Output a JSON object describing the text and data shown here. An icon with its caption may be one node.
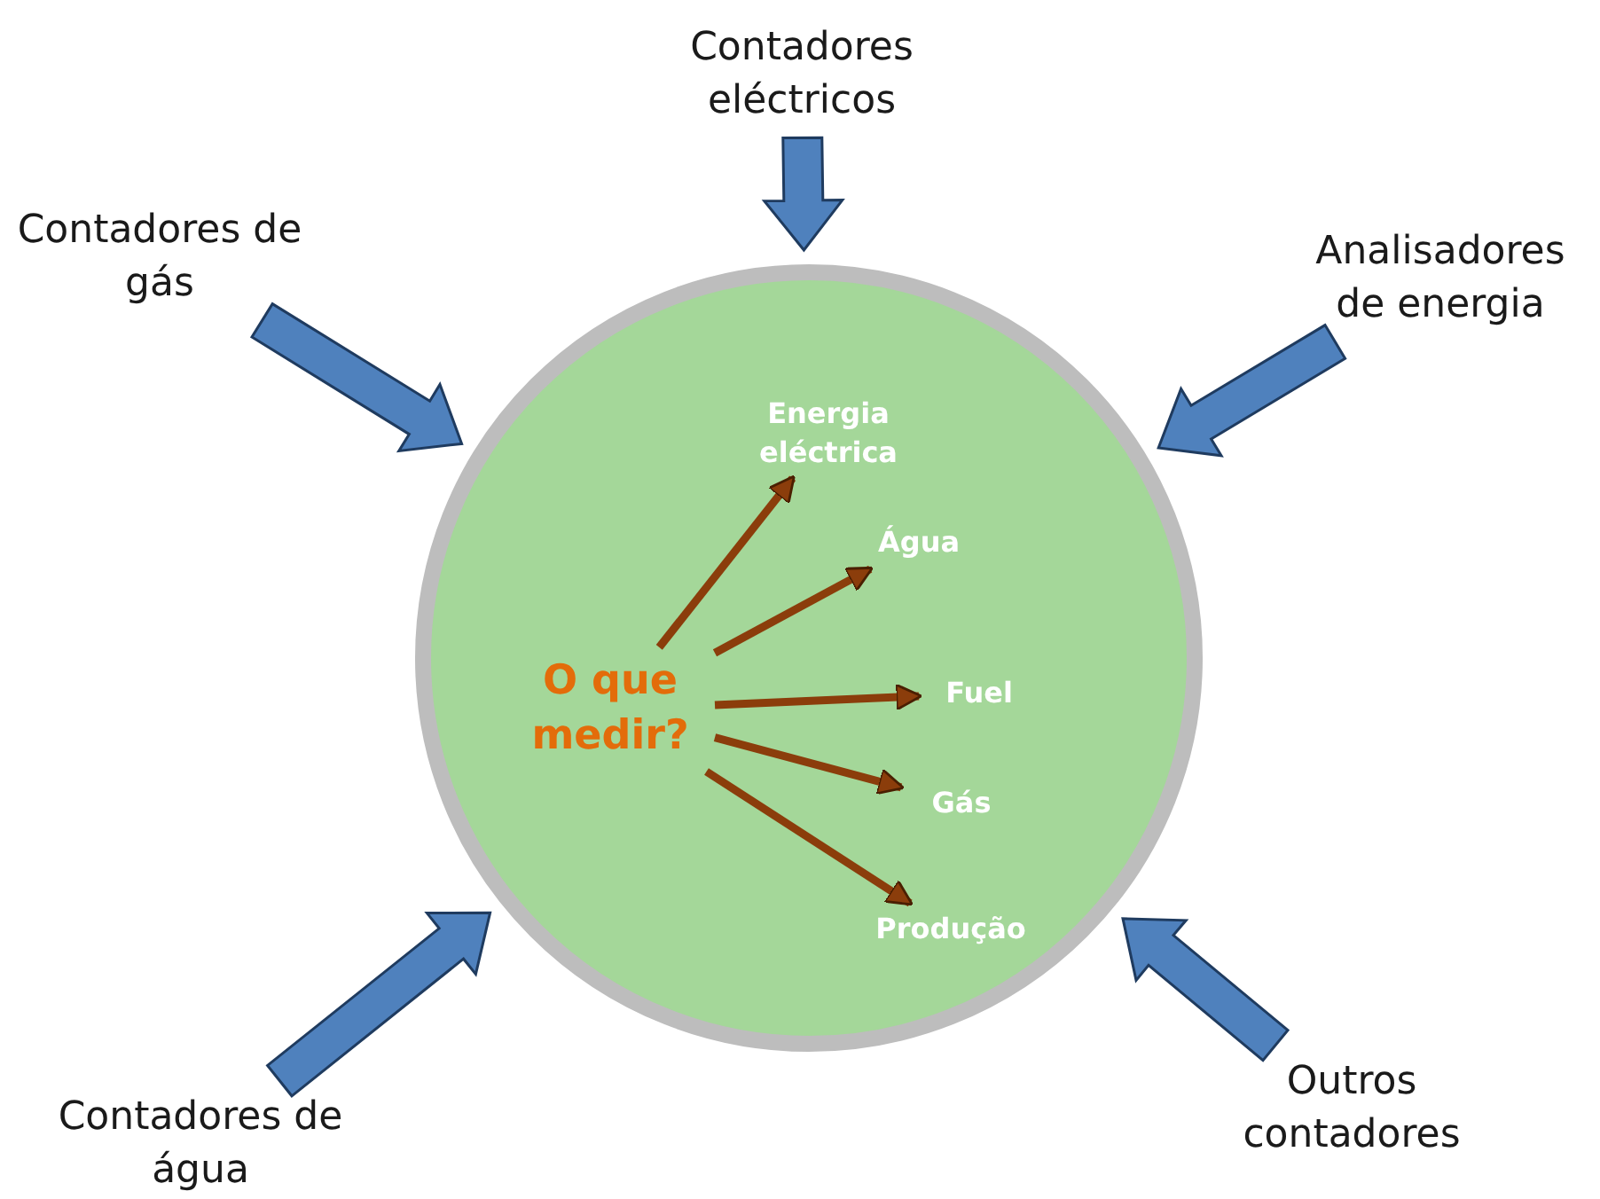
{
  "diagram": {
    "nodes": [
      {
        "text": [],
        "shape": "circle"
      },
      {
        "text": [
          "O que medir?"
        ],
        "in": 0
      },
      {
        "text": [
          "Energia eléctrica"
        ],
        "in": 0
      },
      {
        "text": [
          "Água"
        ],
        "in": 0
      },
      {
        "text": [
          "Fuel"
        ],
        "in": 0
      },
      {
        "text": [
          "Gás"
        ],
        "in": 0
      },
      {
        "text": [
          "Produção"
        ],
        "in": 0
      },
      {
        "text": [
          "Contadores eléctricos"
        ]
      },
      {
        "text": [
          "Contadores de gás"
        ]
      },
      {
        "text": [
          "Analisadores de energia"
        ]
      },
      {
        "text": [
          "Contadores de água"
        ]
      },
      {
        "text": [
          "Outros contadores"
        ]
      }
    ],
    "edges": [
      {
        "from": 1,
        "to": 2,
        "arrow": "to"
      },
      {
        "from": 1,
        "to": 3,
        "arrow": "to"
      },
      {
        "from": 1,
        "to": 4,
        "arrow": "to"
      },
      {
        "from": 1,
        "to": 5,
        "arrow": "to"
      },
      {
        "from": 1,
        "to": 6,
        "arrow": "to"
      },
      {
        "from": 7,
        "to": 0,
        "arrow": "to"
      },
      {
        "from": 8,
        "to": 0,
        "arrow": "to"
      },
      {
        "from": 9,
        "to": 0,
        "arrow": "to"
      },
      {
        "from": 10,
        "to": 0,
        "arrow": "to"
      },
      {
        "from": 11,
        "to": 0,
        "arrow": "to"
      }
    ]
  }
}
